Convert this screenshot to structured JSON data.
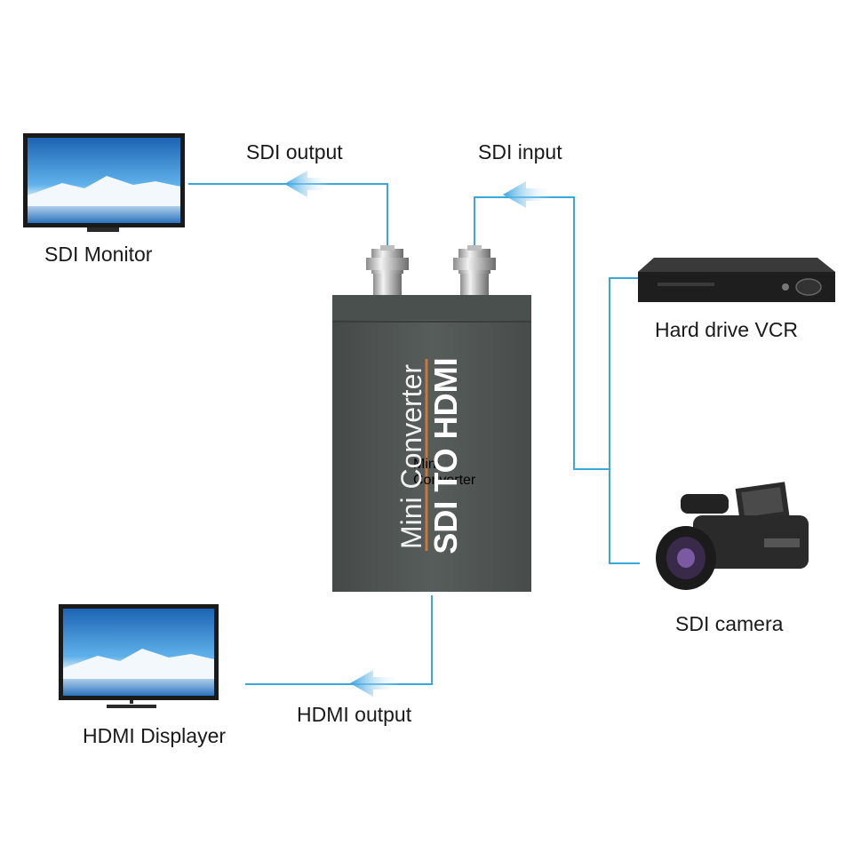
{
  "labels": {
    "sdi_output": "SDI output",
    "sdi_input": "SDI input",
    "sdi_monitor": "SDI Monitor",
    "hard_drive_vcr": "Hard drive VCR",
    "sdi_camera": "SDI camera",
    "hdmi_output": "HDMI output",
    "hdmi_displayer": "HDMI Displayer"
  },
  "converter": {
    "line1": "Mini Converter",
    "line2": "SDI TO HDMI"
  },
  "colors": {
    "connector_line": "#39a7dc",
    "arrow": "#5ab8e8",
    "device_body": "#4e5452",
    "stripe": "#c8783a"
  },
  "icons": [
    "tv-monitor-icon",
    "dvr-recorder-icon",
    "camcorder-icon",
    "bnc-connector-icon"
  ]
}
